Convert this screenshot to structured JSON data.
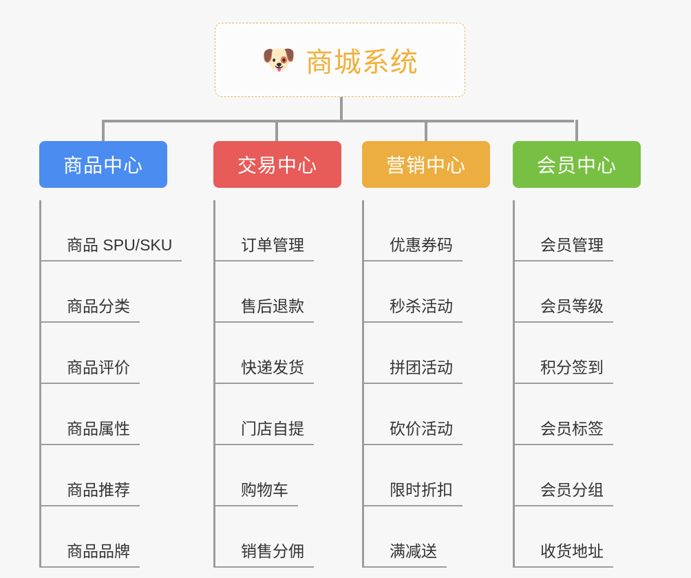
{
  "root": {
    "icon": "dog-face-emoji",
    "emoji": "🐶",
    "title": "商城系统",
    "border_color": "#e8b866",
    "text_color": "#f0b13c"
  },
  "connector_color": "#9c9c9c",
  "background_color": "#f7f7f7",
  "columns": [
    {
      "id": "product-center",
      "header": "商品中心",
      "color": "#4a8cf0",
      "items": [
        "商品 SPU/SKU",
        "商品分类",
        "商品评价",
        "商品属性",
        "商品推荐",
        "商品品牌"
      ]
    },
    {
      "id": "trade-center",
      "header": "交易中心",
      "color": "#e75b58",
      "items": [
        "订单管理",
        "售后退款",
        "快递发货",
        "门店自提",
        "购物车",
        "销售分佣"
      ]
    },
    {
      "id": "marketing-center",
      "header": "营销中心",
      "color": "#ecae41",
      "items": [
        "优惠券码",
        "秒杀活动",
        "拼团活动",
        "砍价活动",
        "限时折扣",
        "满减送"
      ]
    },
    {
      "id": "member-center",
      "header": "会员中心",
      "color": "#78c043",
      "items": [
        "会员管理",
        "会员等级",
        "积分签到",
        "会员标签",
        "会员分组",
        "收货地址"
      ]
    }
  ]
}
